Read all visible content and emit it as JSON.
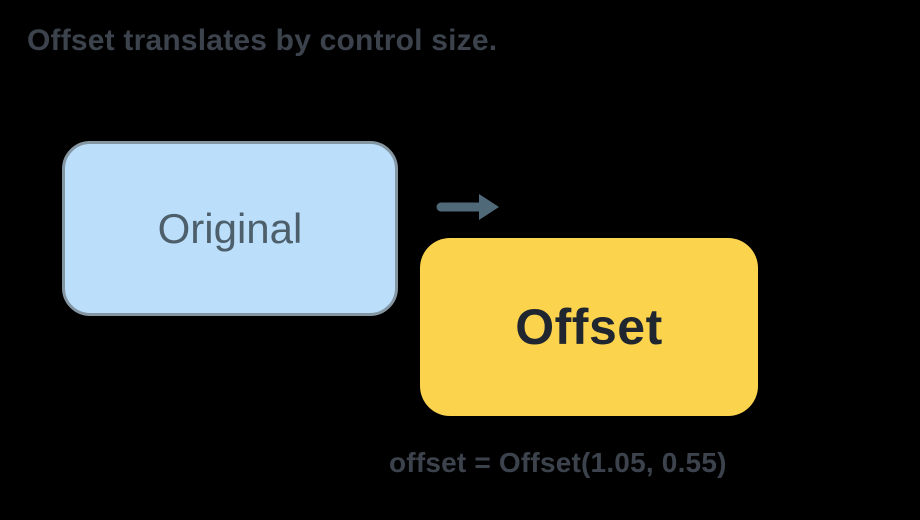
{
  "title": "Offset translates by control size.",
  "original_box": {
    "label": "Original",
    "fill": "#BBDEFB",
    "border_color": "#8596A3",
    "text_color": "#4D5F6B"
  },
  "offset_box": {
    "label": "Offset",
    "fill": "#FBD34D",
    "text_color": "#1F2630"
  },
  "arrow": {
    "direction": "right",
    "color": "#4F6979"
  },
  "caption": "offset = Offset(1.05, 0.55)",
  "colors": {
    "background": "#000000",
    "heading_text": "#3C434D"
  }
}
